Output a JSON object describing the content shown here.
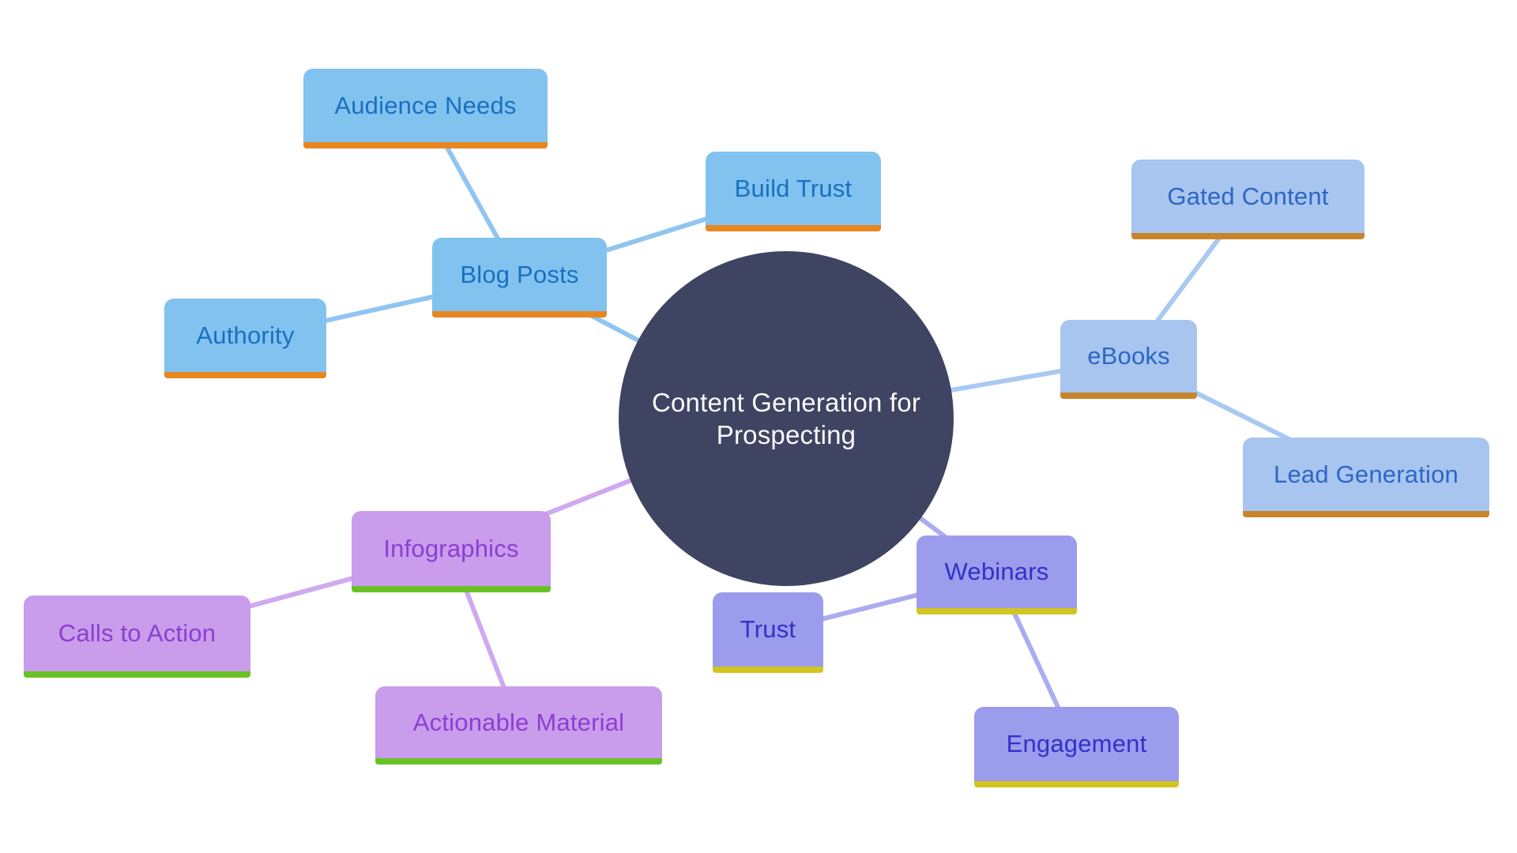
{
  "diagram": {
    "type": "mindmap",
    "center": {
      "label": "Content Generation for Prospecting",
      "bg_color": "#3E4462",
      "text_color": "#FAFAFC"
    },
    "branches": {
      "blog": {
        "fill": "#82C2EF",
        "text": "#1A70C0",
        "underline": "#E8861F",
        "connector": "#90C5F2"
      },
      "ebooks": {
        "fill": "#A7C5EF",
        "text": "#2E66C4",
        "underline": "#C8852B",
        "connector": "#A9C9F3"
      },
      "infographics": {
        "fill": "#C99CEC",
        "text": "#8B3FD0",
        "underline": "#68C226",
        "connector": "#CFA9F0"
      },
      "webinars": {
        "fill": "#9B9CEC",
        "text": "#3232C8",
        "underline": "#D3C51F",
        "connector": "#ABACF0"
      }
    },
    "nodes": [
      {
        "id": "blog-posts",
        "label": "Blog Posts",
        "branch": "blog"
      },
      {
        "id": "audience-needs",
        "label": "Audience Needs",
        "branch": "blog"
      },
      {
        "id": "build-trust",
        "label": "Build Trust",
        "branch": "blog"
      },
      {
        "id": "authority",
        "label": "Authority",
        "branch": "blog"
      },
      {
        "id": "ebooks",
        "label": "eBooks",
        "branch": "ebooks"
      },
      {
        "id": "gated-content",
        "label": "Gated Content",
        "branch": "ebooks"
      },
      {
        "id": "lead-generation",
        "label": "Lead Generation",
        "branch": "ebooks"
      },
      {
        "id": "infographics",
        "label": "Infographics",
        "branch": "infographics"
      },
      {
        "id": "calls-to-action",
        "label": "Calls to Action",
        "branch": "infographics"
      },
      {
        "id": "actionable-material",
        "label": "Actionable Material",
        "branch": "infographics"
      },
      {
        "id": "webinars",
        "label": "Webinars",
        "branch": "webinars"
      },
      {
        "id": "trust",
        "label": "Trust",
        "branch": "webinars"
      },
      {
        "id": "engagement",
        "label": "Engagement",
        "branch": "webinars"
      }
    ],
    "edges": [
      {
        "from": "center",
        "to": "blog-posts",
        "branch": "blog"
      },
      {
        "from": "blog-posts",
        "to": "audience-needs",
        "branch": "blog"
      },
      {
        "from": "blog-posts",
        "to": "build-trust",
        "branch": "blog"
      },
      {
        "from": "blog-posts",
        "to": "authority",
        "branch": "blog"
      },
      {
        "from": "center",
        "to": "ebooks",
        "branch": "ebooks"
      },
      {
        "from": "ebooks",
        "to": "gated-content",
        "branch": "ebooks"
      },
      {
        "from": "ebooks",
        "to": "lead-generation",
        "branch": "ebooks"
      },
      {
        "from": "center",
        "to": "infographics",
        "branch": "infographics"
      },
      {
        "from": "infographics",
        "to": "calls-to-action",
        "branch": "infographics"
      },
      {
        "from": "infographics",
        "to": "actionable-material",
        "branch": "infographics"
      },
      {
        "from": "center",
        "to": "webinars",
        "branch": "webinars"
      },
      {
        "from": "webinars",
        "to": "trust",
        "branch": "webinars"
      },
      {
        "from": "webinars",
        "to": "engagement",
        "branch": "webinars"
      }
    ]
  }
}
